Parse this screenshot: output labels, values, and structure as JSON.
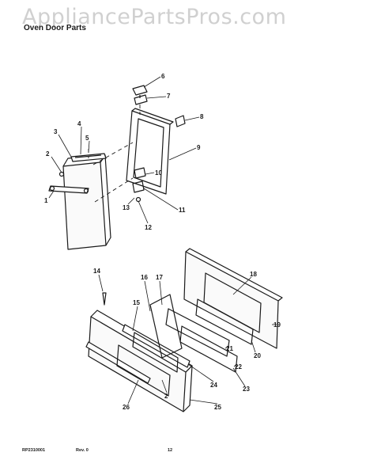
{
  "watermark": "AppliancePartsPros.com",
  "title": "Oven Door Parts",
  "callouts": [
    "1",
    "2",
    "3",
    "4",
    "5",
    "6",
    "7",
    "8",
    "9",
    "10",
    "11",
    "12",
    "13",
    "14",
    "15",
    "16",
    "17",
    "18",
    "19",
    "20",
    "21",
    "22",
    "23",
    "24",
    "25",
    "26",
    "2"
  ],
  "footer": {
    "doc_number": "RP2310001",
    "revision": "Rev. 0",
    "page_number": "12"
  }
}
